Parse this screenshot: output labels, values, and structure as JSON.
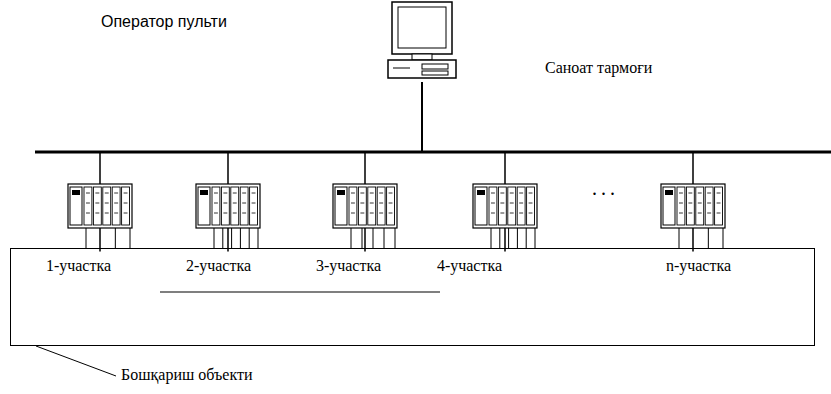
{
  "diagram": {
    "nodes": [
      {
        "text": [
          "Оператор пульти"
        ]
      },
      {
        "text": [
          "Бошқариш объекти"
        ]
      },
      {
        "text": [
          "1-участка"
        ],
        "in": 1
      },
      {
        "text": [
          "2-участка"
        ],
        "in": 1
      },
      {
        "text": [
          "3-участка"
        ],
        "in": 1
      },
      {
        "text": [
          "4-участка"
        ],
        "in": 1
      },
      {
        "text": [
          "n-участка"
        ],
        "in": 1
      }
    ],
    "edges": [
      {
        "from": 0,
        "to": 2,
        "arrow": "none"
      },
      {
        "from": 0,
        "to": 3,
        "arrow": "none"
      },
      {
        "from": 0,
        "to": 4,
        "arrow": "none"
      },
      {
        "from": 0,
        "to": 5,
        "arrow": "none"
      },
      {
        "from": 0,
        "to": 6,
        "arrow": "none"
      }
    ],
    "labels": [
      "Саноат тармоғи",
      "..."
    ]
  }
}
